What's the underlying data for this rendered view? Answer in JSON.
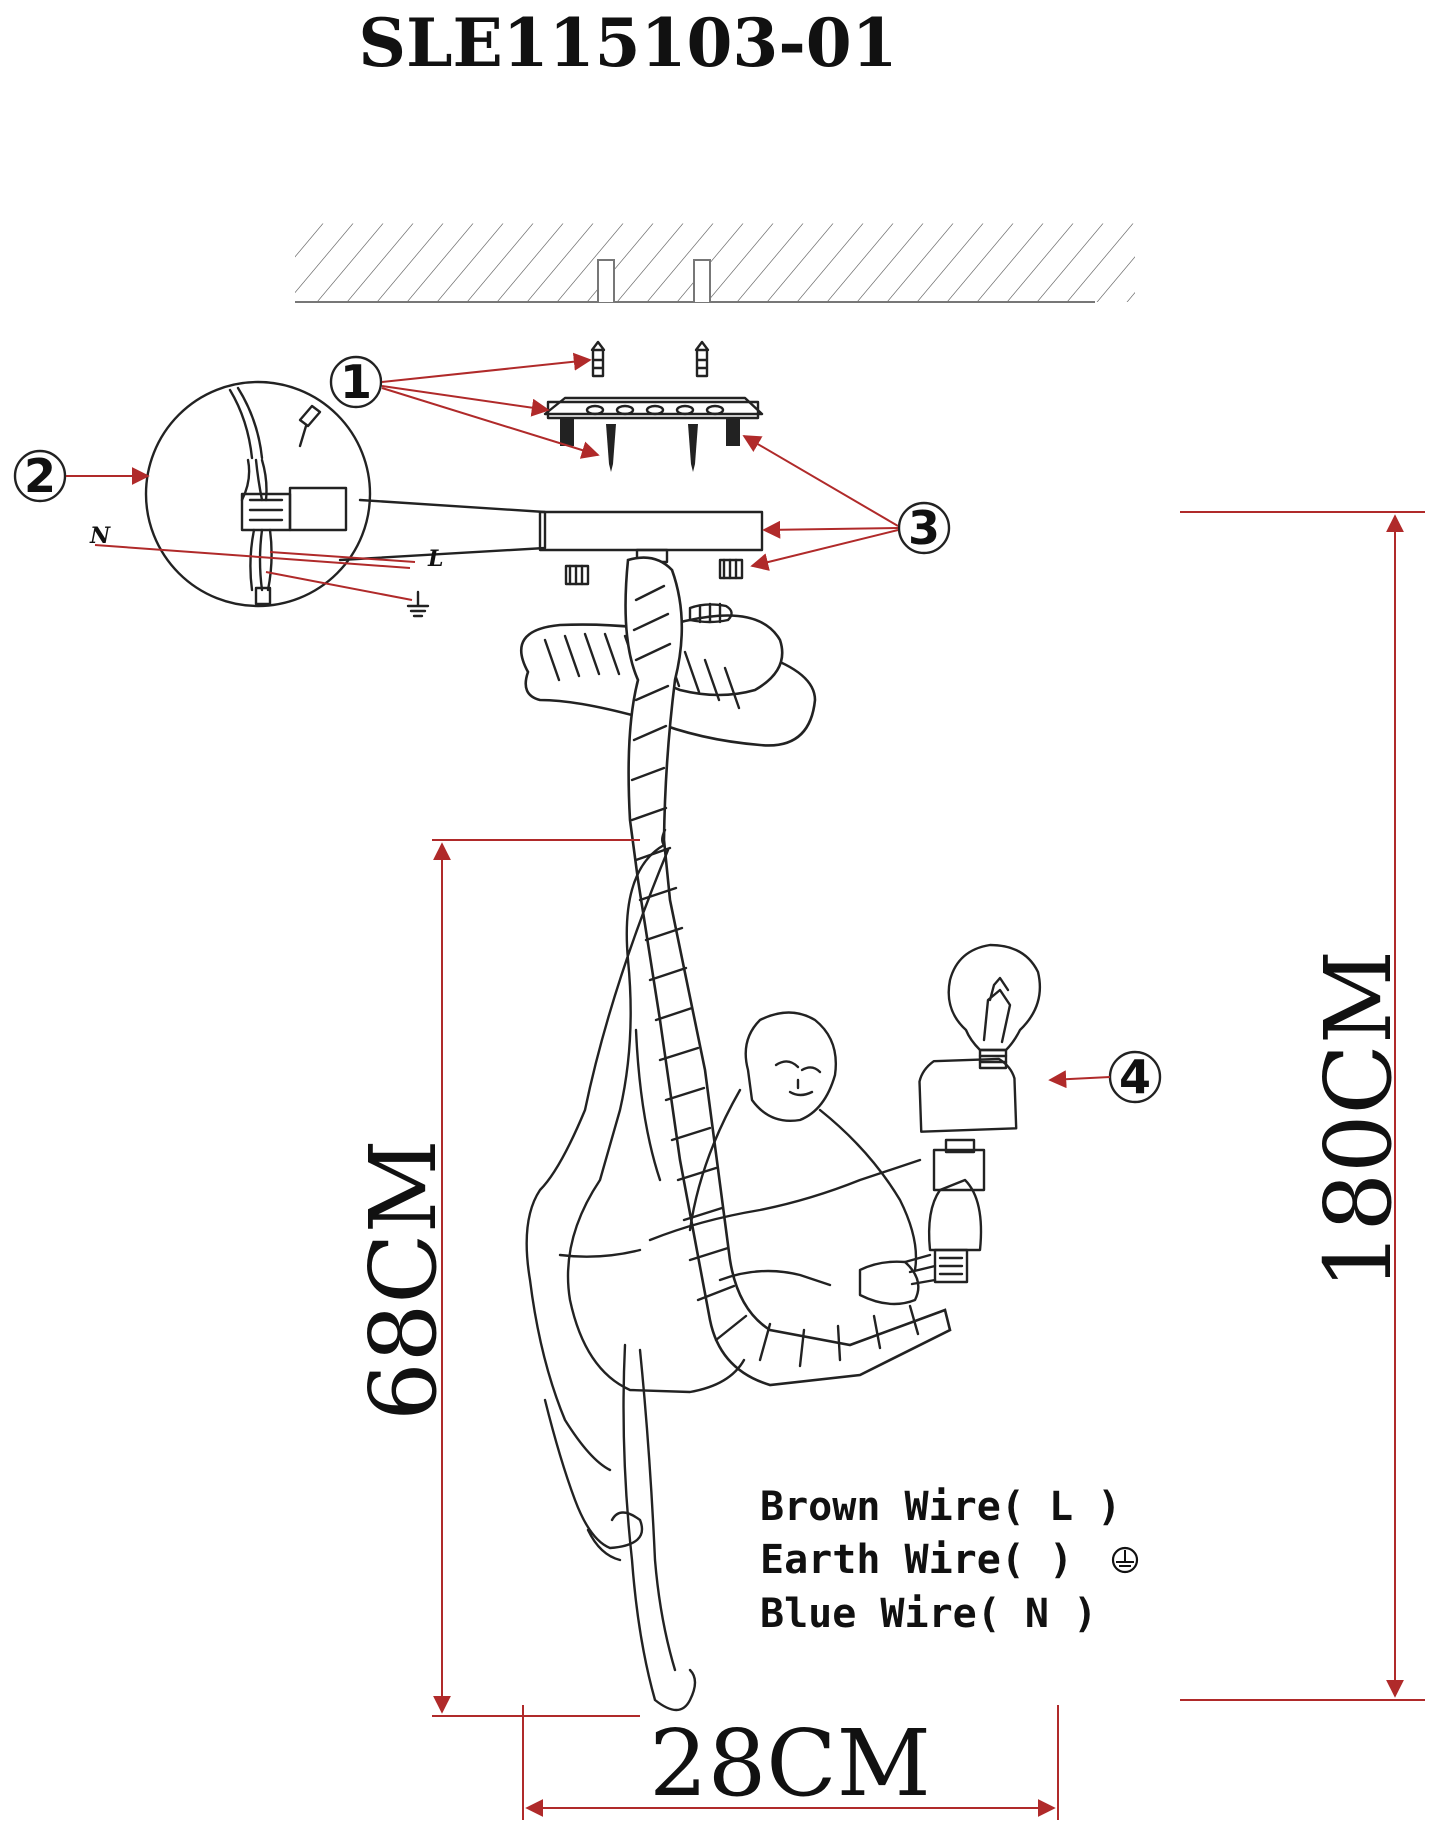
{
  "model_number": "SLE115103-01",
  "dimensions": {
    "total_height": "180CM",
    "figure_height": "68CM",
    "width": "28CM"
  },
  "callouts": [
    "1",
    "2",
    "3",
    "4"
  ],
  "detail_labels": {
    "neutral": "N",
    "live": "L"
  },
  "wire_legend": [
    {
      "name": "Brown Wire",
      "code": "L"
    },
    {
      "name": "Earth Wire",
      "code": "earth-symbol-icon"
    },
    {
      "name": "Blue Wire",
      "code": "N"
    }
  ],
  "colors": {
    "dimension_lines": "#b02a2a",
    "drawing": "#222222"
  }
}
